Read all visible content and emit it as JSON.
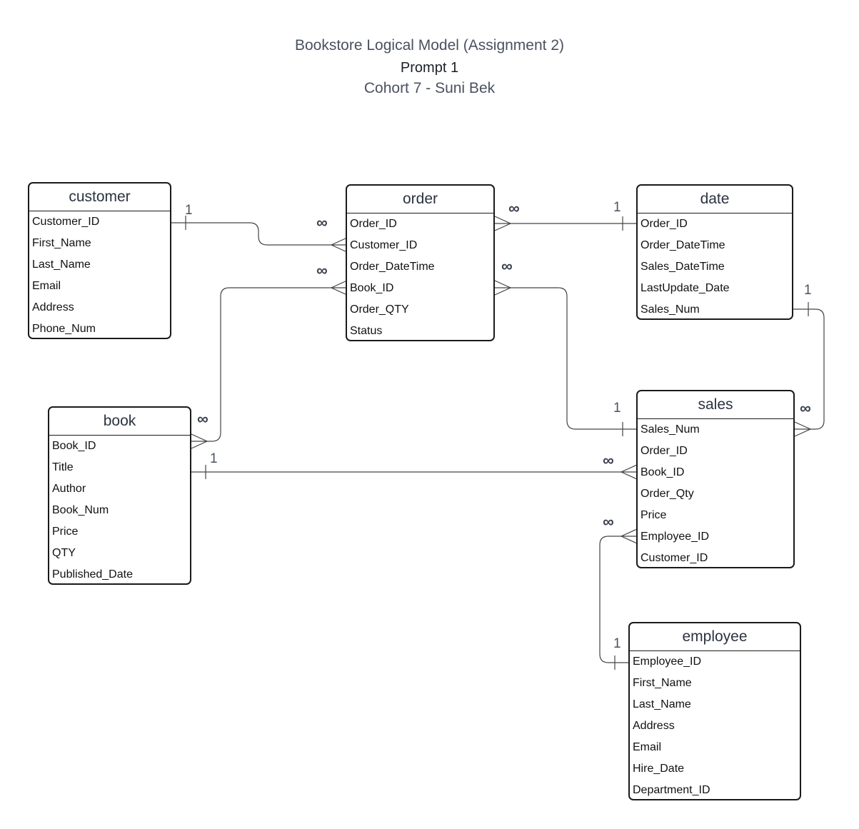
{
  "diagram": {
    "title": "Bookstore Logical Model (Assignment 2)",
    "subtitle": "Prompt 1",
    "author": "Cohort 7 - Suni Bek"
  },
  "entities": {
    "customer": {
      "name": "customer",
      "attributes": [
        "Customer_ID",
        "First_Name",
        "Last_Name",
        "Email",
        "Address",
        "Phone_Num"
      ]
    },
    "order": {
      "name": "order",
      "attributes": [
        "Order_ID",
        "Customer_ID",
        "Order_DateTime",
        "Book_ID",
        "Order_QTY",
        "Status"
      ]
    },
    "date": {
      "name": "date",
      "attributes": [
        "Order_ID",
        "Order_DateTime",
        "Sales_DateTime",
        "LastUpdate_Date",
        "Sales_Num"
      ]
    },
    "book": {
      "name": "book",
      "attributes": [
        "Book_ID",
        "Title",
        "Author",
        "Book_Num",
        "Price",
        "QTY",
        "Published_Date"
      ]
    },
    "sales": {
      "name": "sales",
      "attributes": [
        "Sales_Num",
        "Order_ID",
        "Book_ID",
        "Order_Qty",
        "Price",
        "Employee_ID",
        "Customer_ID"
      ]
    },
    "employee": {
      "name": "employee",
      "attributes": [
        "Employee_ID",
        "First_Name",
        "Last_Name",
        "Address",
        "Email",
        "Hire_Date",
        "Department_ID"
      ]
    }
  },
  "relationships": [
    {
      "from": "customer.Customer_ID",
      "to": "order.Customer_ID",
      "from_card": "1",
      "to_card": "∞"
    },
    {
      "from": "order.Order_ID",
      "to": "date.Order_ID",
      "from_card": "∞",
      "to_card": "1"
    },
    {
      "from": "book.Book_ID",
      "to": "order.Book_ID",
      "from_card": "∞",
      "to_card": "∞"
    },
    {
      "from": "order.Book_ID",
      "to": "sales.Sales_Num",
      "from_card": "∞",
      "to_card": "1"
    },
    {
      "from": "date.Sales_Num",
      "to": "sales.Sales_Num",
      "from_card": "1",
      "to_card": "∞"
    },
    {
      "from": "book.Title",
      "to": "sales.Book_ID",
      "from_card": "1",
      "to_card": "∞"
    },
    {
      "from": "employee.Employee_ID",
      "to": "sales.Employee_ID",
      "from_card": "1",
      "to_card": "∞"
    }
  ]
}
